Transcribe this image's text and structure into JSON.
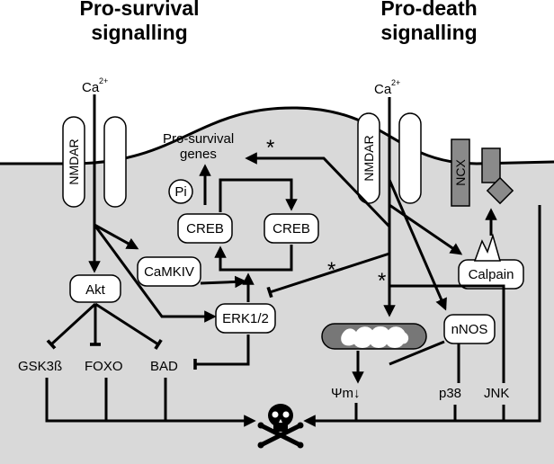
{
  "titles": {
    "left_line1": "Pro-survival",
    "left_line2": "signalling",
    "right_line1": "Pro-death",
    "right_line2": "signalling"
  },
  "ions": {
    "left": "Ca",
    "left_charge": "2+",
    "right": "Ca",
    "right_charge": "2+"
  },
  "receptors": {
    "left": "NMDAR",
    "right": "NMDAR"
  },
  "nodes": {
    "pro_survival_genes_line1": "Pro-survival",
    "pro_survival_genes_line2": "genes",
    "pi": "Pi",
    "creb_left": "CREB",
    "creb_right": "CREB",
    "camkiv": "CaMKIV",
    "akt": "Akt",
    "erk": "ERK1/2",
    "gsk": "GSK3ß",
    "foxo": "FOXO",
    "bad": "BAD",
    "ncx": "NCX",
    "calpain": "Calpain",
    "nnos": "nNOS",
    "psi": "Ψm↓",
    "p38": "p38",
    "jnk": "JNK"
  },
  "markers": {
    "star": "*"
  },
  "colors": {
    "cytoplasm": "#d9d9d9",
    "mitochondria": "#777777",
    "ncx": "#8a8a8a",
    "line": "#000000"
  },
  "icons": {
    "death": "skull-and-crossbones-icon"
  }
}
